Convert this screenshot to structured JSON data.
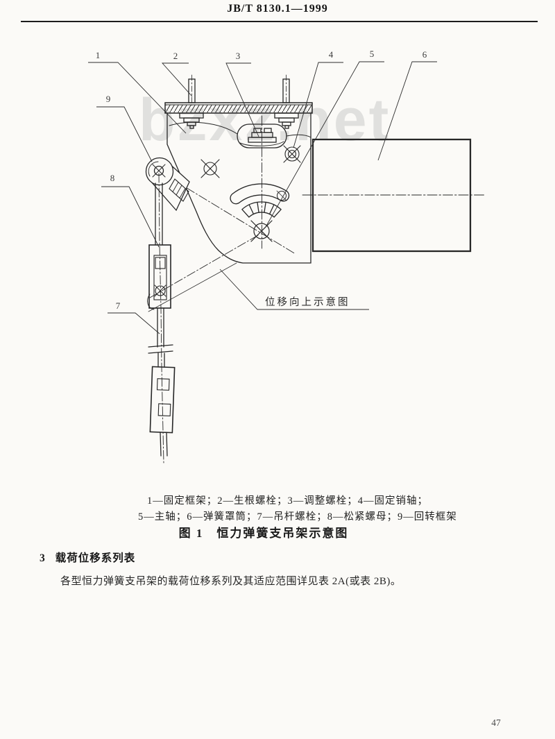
{
  "page": {
    "header_title": "JB/T 8130.1—1999",
    "watermark": "bzxz.net",
    "page_number": "47"
  },
  "diagram": {
    "callouts": [
      "1",
      "2",
      "3",
      "4",
      "5",
      "6",
      "7",
      "8",
      "9"
    ],
    "inline_label": "位移向上示意图",
    "caption_line1": "1—固定框架；2—生根螺栓；3—调整螺栓；4—固定销轴；",
    "caption_line2": "5—主轴；6—弹簧罩筒；7—吊杆螺栓；8—松紧螺母；9—回转框架",
    "figure_title": "图 1　恒力弹簧支吊架示意图"
  },
  "section": {
    "number": "3",
    "heading": "载荷位移系列表",
    "paragraph": "各型恒力弹簧支吊架的载荷位移系列及其适应范围详见表 2A(或表 2B)。"
  }
}
